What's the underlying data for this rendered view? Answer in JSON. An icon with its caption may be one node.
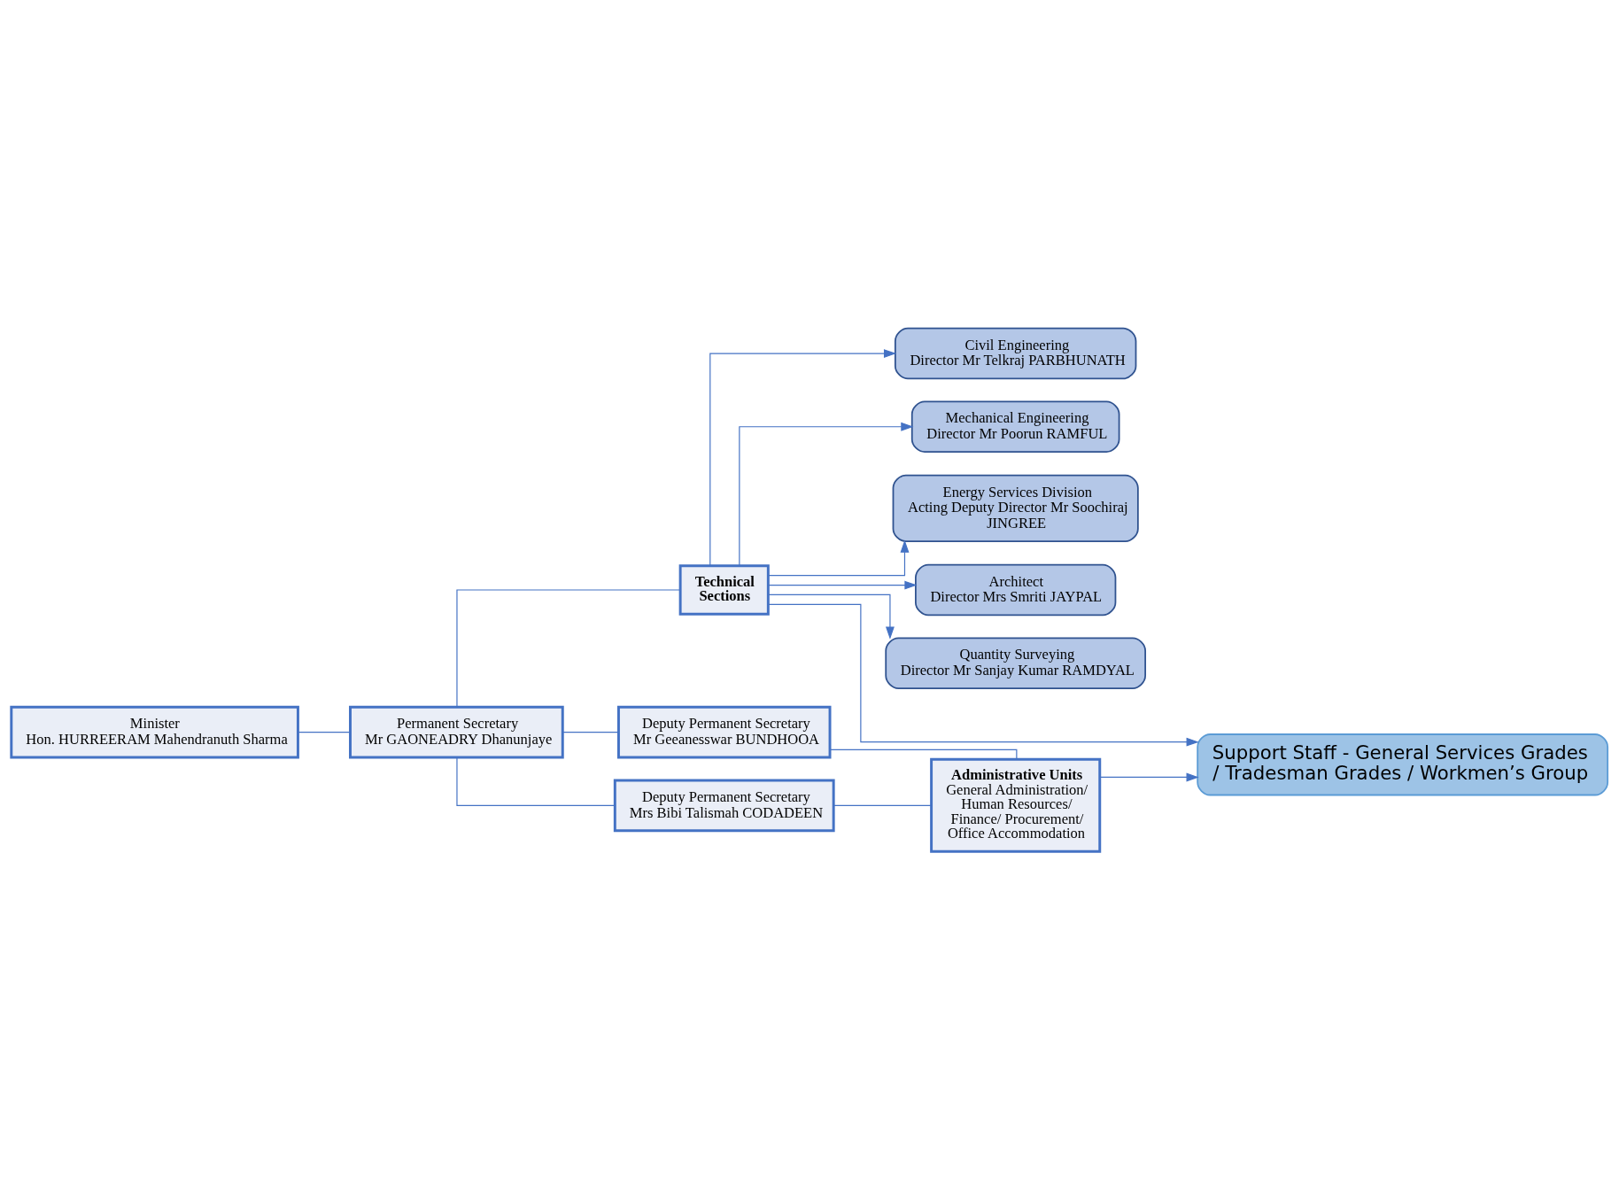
{
  "diagram": {
    "nodes": [
      {
        "text": [
          "Minister",
          "Hon. HURREERAM Mahendranuth Sharma"
        ]
      },
      {
        "text": [
          "Permanent Secretary",
          "Mr GAONEADRY Dhanunjaye"
        ]
      },
      {
        "text": [
          "Technical Sections"
        ]
      },
      {
        "text": [
          "Civil Engineering",
          "Director Mr Telkraj PARBHUNATH"
        ]
      },
      {
        "text": [
          "Mechanical Engineering",
          "Director Mr Poorun RAMFUL"
        ]
      },
      {
        "text": [
          "Energy Services Division",
          "Acting Deputy Director Mr Soochiraj JINGREE"
        ]
      },
      {
        "text": [
          "Architect",
          "Director Mrs Smriti JAYPAL"
        ]
      },
      {
        "text": [
          "Quantity Surveying",
          "Director Mr Sanjay Kumar RAMDYAL"
        ]
      },
      {
        "text": [
          "Deputy Permanent Secretary",
          "Mr Geeanesswar BUNDHOOA"
        ]
      },
      {
        "text": [
          "Deputy Permanent Secretary",
          "Mrs Bibi Talismah CODADEEN"
        ]
      },
      {
        "text": [
          "Administrative Units",
          "General Administration/ Human Resources/ Finance/ Procurement/ Office Accommodation"
        ]
      },
      {
        "text": [
          "Support Staff - General Services Grades / Tradesman Grades / Workmen’s Group"
        ]
      }
    ],
    "edges": [
      {
        "from": 0,
        "to": 1,
        "arrow": "none"
      },
      {
        "from": 1,
        "to": 2,
        "arrow": "none"
      },
      {
        "from": 1,
        "to": 8,
        "arrow": "none"
      },
      {
        "from": 1,
        "to": 9,
        "arrow": "none"
      },
      {
        "from": 2,
        "to": 3,
        "arrow": "to"
      },
      {
        "from": 2,
        "to": 4,
        "arrow": "to"
      },
      {
        "from": 2,
        "to": 5,
        "arrow": "to"
      },
      {
        "from": 2,
        "to": 6,
        "arrow": "to"
      },
      {
        "from": 2,
        "to": 7,
        "arrow": "to"
      },
      {
        "from": 2,
        "to": 11,
        "arrow": "to"
      },
      {
        "from": 8,
        "to": 10,
        "arrow": "none"
      },
      {
        "from": 9,
        "to": 10,
        "arrow": "none"
      },
      {
        "from": 10,
        "to": 11,
        "arrow": "to"
      }
    ]
  }
}
